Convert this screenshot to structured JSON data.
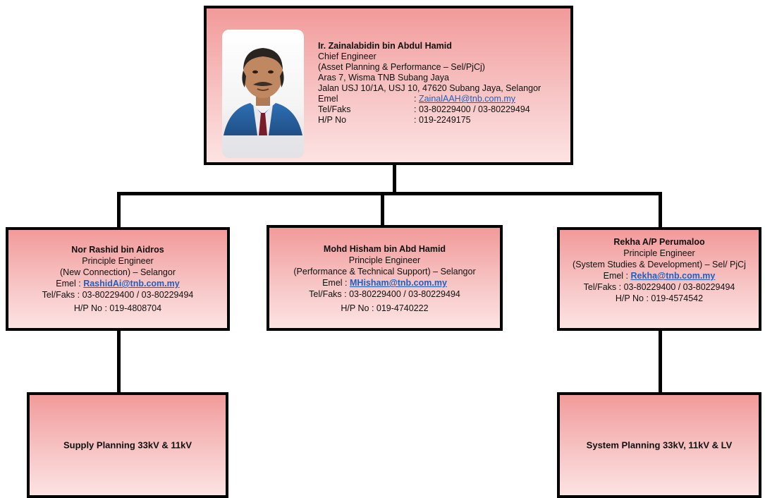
{
  "chief": {
    "name": "Ir. Zainalabidin bin Abdul Hamid",
    "title": "Chief Engineer",
    "department": "(Asset  Planning & Performance – Sel/PjCj)",
    "address1": "Aras 7, Wisma TNB Subang Jaya",
    "address2": "Jalan USJ 10/1A, USJ 10, 47620 Subang Jaya, Selangor",
    "email_label": "Emel",
    "email_sep": ": ",
    "email": "ZainalAAH@tnb.com.my",
    "tel_label": "Tel/Faks",
    "tel": ": 03-80229400 / 03-80229494",
    "hp_label": "H/P No",
    "hp": ": 019-2249175"
  },
  "engineers": [
    {
      "name": "Nor Rashid bin Aidros",
      "title": "Principle Engineer",
      "department": "(New Connection) – Selangor",
      "email_prefix": "Emel : ",
      "email": "RashidAi@tnb.com.my",
      "tel": "Tel/Faks : 03-80229400 / 03-80229494",
      "hp": "H/P No : 019-4808704"
    },
    {
      "name": "Mohd Hisham bin Abd Hamid",
      "title": "Principle Engineer",
      "department": "(Performance & Technical Support) – Selangor",
      "email_prefix": "Emel : ",
      "email": "MHisham@tnb.com.my",
      "tel": "Tel/Faks : 03-80229400 / 03-80229494",
      "hp": "H/P No : 019-4740222"
    },
    {
      "name": "Rekha A/P Perumaloo",
      "title": "Principle Engineer",
      "department": "(System Studies & Development) – Sel/ PjCj",
      "email_prefix": "Emel : ",
      "email": "Rekha@tnb.com.my",
      "tel": "Tel/Faks : 03-80229400 / 03-80229494",
      "hp": "H/P No : 019-4574542"
    }
  ],
  "units": [
    {
      "label": "Supply Planning 33kV & 11kV"
    },
    {
      "label": "System Planning 33kV, 11kV & LV"
    }
  ]
}
